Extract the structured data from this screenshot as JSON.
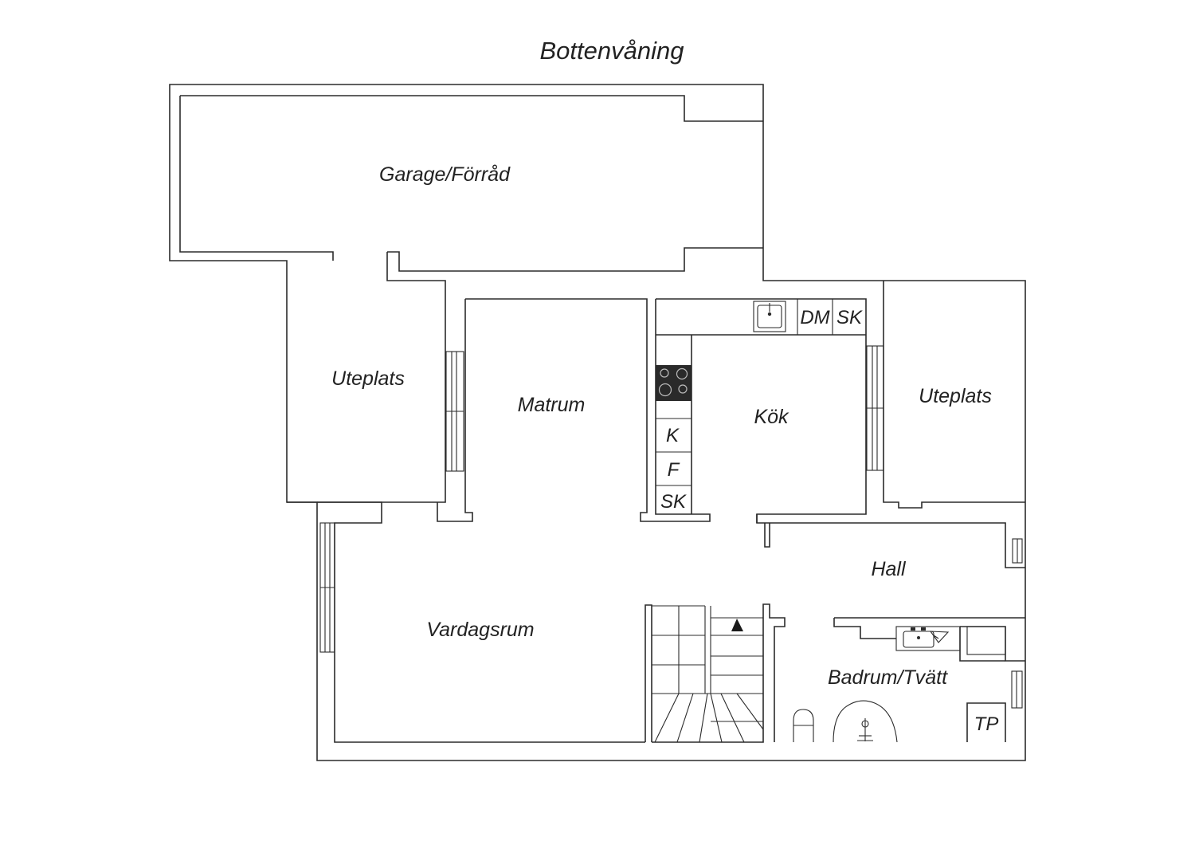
{
  "title": "Bottenvåning",
  "rooms": {
    "garage": "Garage/Förråd",
    "uteplats_left": "Uteplats",
    "matrum": "Matrum",
    "kok": "Kök",
    "uteplats_right": "Uteplats",
    "hall": "Hall",
    "vardagsrum": "Vardagsrum",
    "badrum": "Badrum/Tvätt"
  },
  "fixtures": {
    "dm": "DM",
    "sk_top": "SK",
    "k": "K",
    "f": "F",
    "sk_bottom": "SK",
    "tp": "TP"
  },
  "icons": {
    "sink": "kitchen-sink-icon",
    "stove": "stove-icon",
    "stairs_arrow": "stairs-up-arrow-icon",
    "washbasin": "washbasin-icon",
    "toilet": "toilet-icon",
    "shower": "shower-icon"
  },
  "colors": {
    "line": "#2b2b2b",
    "text": "#222222",
    "stove": "#2a2a2a"
  }
}
